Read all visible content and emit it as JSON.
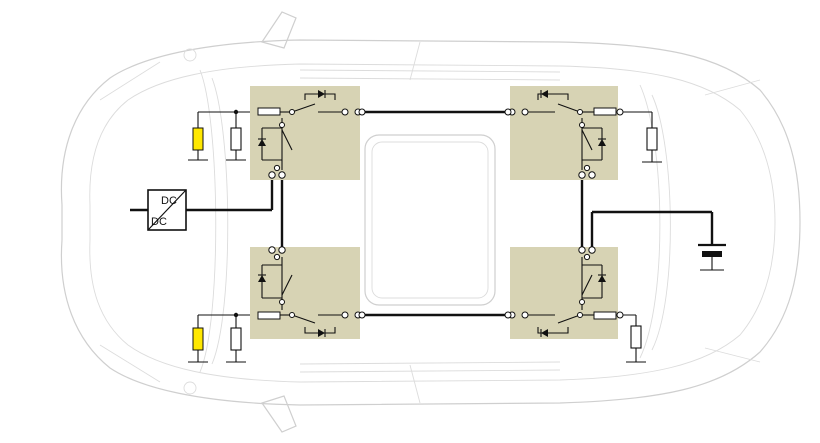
{
  "diagram": {
    "converter": {
      "top_label": "DC",
      "bottom_label": "DC"
    },
    "colors": {
      "module_fill": "#d7d3b4",
      "wire": "#111111",
      "car_outline": "#cfcfcf",
      "heater_yellow": "#ffe800"
    },
    "modules": [
      "front-left",
      "front-right",
      "rear-left",
      "rear-right"
    ]
  }
}
